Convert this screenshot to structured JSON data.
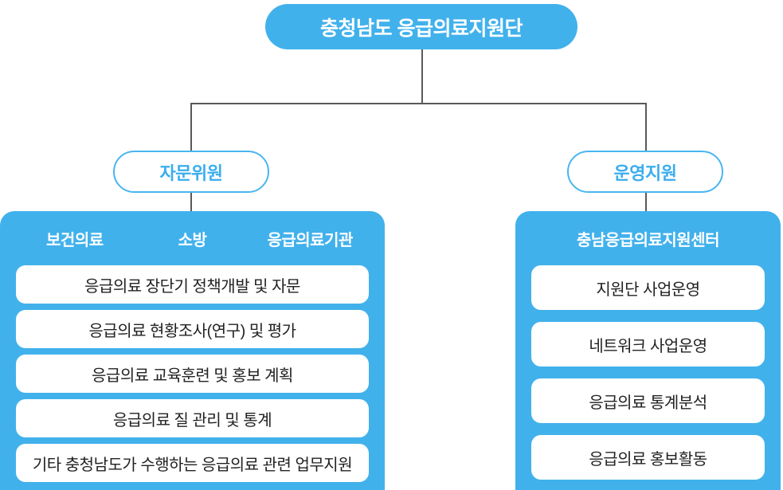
{
  "colors": {
    "blue": "#41b1ec",
    "pill-border": "#49b5f0",
    "pill-text": "#3aadee",
    "line": "#58595b",
    "row-text": "#222222",
    "row-bg": "#ffffff"
  },
  "root": {
    "label": "충청남도 응급의료지원단"
  },
  "branches": [
    {
      "pill": "자문위원",
      "headers": [
        "보건의료",
        "소방",
        "응급의료기관"
      ],
      "rows": [
        "응급의료 장단기 정책개발 및 자문",
        "응급의료 현황조사(연구) 및 평가",
        "응급의료 교육훈련 및 홍보 계획",
        "응급의료 질 관리 및 통계",
        "기타 충청남도가 수행하는 응급의료 관련 업무지원"
      ]
    },
    {
      "pill": "운영지원",
      "headers": [
        "충남응급의료지원센터"
      ],
      "rows": [
        "지원단 사업운영",
        "네트워크 사업운영",
        "응급의료 통계분석",
        "응급의료 홍보활동"
      ]
    }
  ]
}
